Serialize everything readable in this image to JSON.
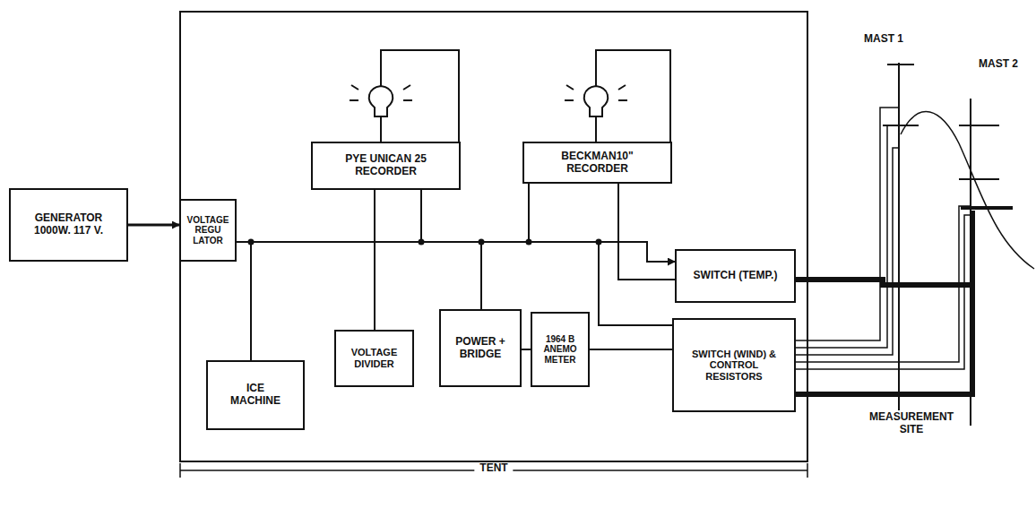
{
  "diagram": {
    "nodes": [
      {
        "text": [
          "GENERATOR 1000W. 117 V."
        ]
      },
      {
        "text": [
          "TENT"
        ]
      },
      {
        "text": [
          "VOLTAGE REGU LATOR"
        ],
        "in": 1
      },
      {
        "text": [
          "PYE UNICAN 25 RECORDER"
        ],
        "in": 1
      },
      {
        "text": [
          "BECKMAN10\" RECORDER"
        ],
        "in": 1
      },
      {
        "text": [
          "ICE MACHINE"
        ],
        "in": 1
      },
      {
        "text": [
          "VOLTAGE DIVIDER"
        ],
        "in": 1
      },
      {
        "text": [
          "POWER + BRIDGE"
        ],
        "in": 1
      },
      {
        "text": [
          "1964 B ANEMO METER"
        ],
        "in": 1
      },
      {
        "text": [
          "SWITCH (TEMP.)"
        ],
        "in": 1
      },
      {
        "text": [
          "SWITCH (WIND) & CONTROL RESISTORS"
        ],
        "in": 1
      }
    ],
    "edges": [
      {
        "from": 0,
        "to": 2,
        "arrow": "to"
      },
      {
        "from": 2,
        "to": 5,
        "arrow": "none"
      },
      {
        "from": 2,
        "to": 3,
        "arrow": "none"
      },
      {
        "from": 6,
        "to": 3,
        "arrow": "none"
      },
      {
        "from": 2,
        "to": 7,
        "arrow": "none"
      },
      {
        "from": 2,
        "to": 4,
        "arrow": "none"
      },
      {
        "from": 2,
        "to": 9,
        "arrow": "to"
      },
      {
        "from": 4,
        "to": 9,
        "arrow": "none"
      },
      {
        "from": 7,
        "to": 8,
        "arrow": "none"
      },
      {
        "from": 8,
        "to": 10,
        "arrow": "none"
      },
      {
        "from": 2,
        "to": 10,
        "arrow": "none"
      }
    ],
    "labels": [
      "MAST 1",
      "MAST 2",
      "MEASUREMENT SITE"
    ]
  }
}
